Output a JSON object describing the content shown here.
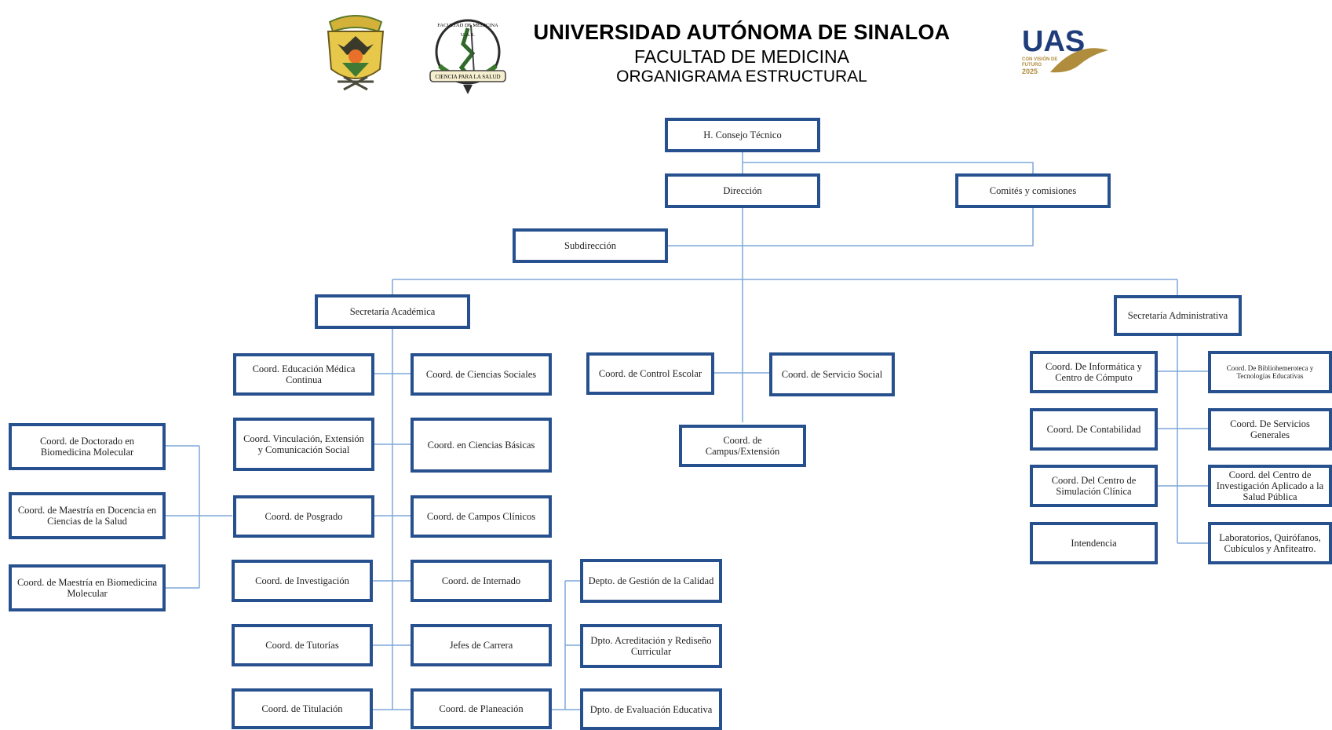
{
  "header": {
    "university": "UNIVERSIDAD AUTÓNOMA DE SINALOA",
    "faculty": "FACULTAD DE MEDICINA",
    "chart_title": "ORGANIGRAMA ESTRUCTURAL"
  },
  "logos": {
    "uas_text": "UAS",
    "vision_line1": "CON VISIÓN DE",
    "vision_line2": "FUTURO",
    "vision_year": "2025",
    "seal_text_top": "FACULTAD DE MEDICINA",
    "seal_text_mid": "U.A.S.",
    "seal_text_ribbon": "CIENCIA PARA LA SALUD"
  },
  "colors": {
    "box_border": "#27508f",
    "line": "#7ea7d8",
    "gold": "#b08d3c",
    "navy": "#1f3d7a"
  },
  "nodes": {
    "consejo": "H. Consejo Técnico",
    "direccion": "Dirección",
    "comites": "Comités y comisiones",
    "subdireccion": "Subdirección",
    "sec_academica": "Secretaría Académica",
    "sec_administrativa": "Secretaría Administrativa",
    "educacion_medica": "Coord. Educación Médica Continua",
    "ciencias_sociales": "Coord. de Ciencias Sociales",
    "vinculacion": "Coord. Vinculación, Extensión y Comunicación Social",
    "ciencias_basicas": "Coord. en Ciencias Básicas",
    "posgrado": "Coord. de Posgrado",
    "campos_clinicos": "Coord. de Campos Clínicos",
    "investigacion": "Coord. de Investigación",
    "internado": "Coord. de Internado",
    "tutorias": "Coord. de Tutorías",
    "jefes_carrera": "Jefes de Carrera",
    "titulacion": "Coord. de Titulación",
    "planeacion": "Coord. de Planeación",
    "doctorado": "Coord. de Doctorado en Biomedicina Molecular",
    "maestria_docencia": "Coord. de Maestría en Docencia en Ciencias de la Salud",
    "maestria_biomedicina": "Coord. de Maestría en Biomedicina Molecular",
    "gestion_calidad": "Depto. de Gestión de la Calidad",
    "acreditacion": "Dpto. Acreditación y Rediseño Curricular",
    "evaluacion": "Dpto. de Evaluación Educativa",
    "control_escolar": "Coord. de Control Escolar",
    "servicio_social": "Coord. de Servicio Social",
    "campus": "Coord. de Campus/Extensión",
    "informatica": "Coord. De Informática y Centro de Cómputo",
    "biblio": "Coord. De Bibliohemeroteca y Tecnologías Educativas",
    "contabilidad": "Coord. De Contabilidad",
    "servicios_generales": "Coord. De Servicios Generales",
    "simulacion": "Coord. Del Centro de Simulación Clínica",
    "investigacion_aplicada": "Coord. del Centro de Investigación Aplicado a la Salud Pública",
    "intendencia": "Intendencia",
    "laboratorios": "Laboratorios, Quirófanos, Cubículos y Anfiteatro."
  }
}
